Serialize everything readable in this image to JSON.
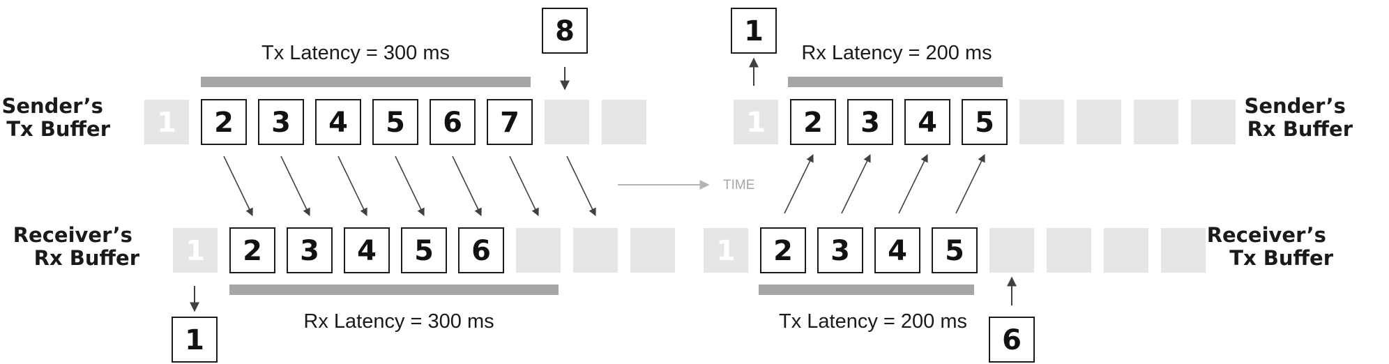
{
  "labels": {
    "sender_tx": [
      "Sender’s",
      "Tx Buffer"
    ],
    "receiver_rx": [
      "Receiver’s",
      "Rx Buffer"
    ],
    "sender_rx": [
      "Sender’s",
      "Rx Buffer"
    ],
    "receiver_tx": [
      "Receiver’s",
      "Tx Buffer"
    ]
  },
  "latency": {
    "left_tx": "Tx Latency = 300 ms",
    "left_rx": "Rx Latency = 300 ms",
    "right_rx": "Rx Latency = 200 ms",
    "right_tx": "Tx Latency = 200 ms"
  },
  "time_label": "TIME",
  "buffers": {
    "sender_tx": [
      "1",
      "2",
      "3",
      "4",
      "5",
      "6",
      "7",
      "",
      ""
    ],
    "receiver_rx": [
      "1",
      "2",
      "3",
      "4",
      "5",
      "6",
      "",
      "",
      ""
    ],
    "sender_rx": [
      "1",
      "2",
      "3",
      "4",
      "5",
      "",
      "",
      "",
      ""
    ],
    "receiver_tx": [
      "1",
      "2",
      "3",
      "4",
      "5",
      "",
      "",
      "",
      ""
    ]
  },
  "packets": {
    "incoming_sender_tx": "8",
    "outgoing_receiver_rx": "1",
    "outgoing_sender_rx": "1",
    "incoming_receiver_tx": "6"
  },
  "colors": {
    "ghost_cell": "#e6e6e6",
    "latency_bar": "#a6a6a6",
    "cell_border": "#1a1a1a",
    "arrow": "#404040"
  }
}
